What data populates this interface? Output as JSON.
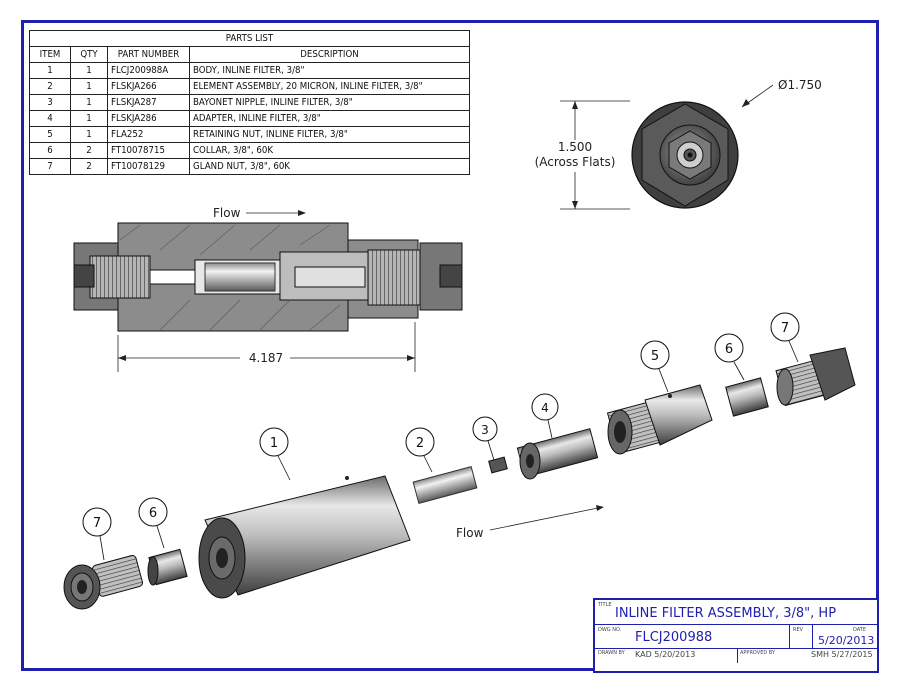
{
  "parts_list": {
    "title": "PARTS LIST",
    "headers": [
      "ITEM",
      "QTY",
      "PART NUMBER",
      "DESCRIPTION"
    ],
    "rows": [
      {
        "item": "1",
        "qty": "1",
        "part": "FLCJ200988A",
        "desc": "BODY, INLINE FILTER, 3/8\""
      },
      {
        "item": "2",
        "qty": "1",
        "part": "FLSKJA266",
        "desc": "ELEMENT ASSEMBLY, 20 MICRON, INLINE FILTER, 3/8\""
      },
      {
        "item": "3",
        "qty": "1",
        "part": "FLSKJA287",
        "desc": "BAYONET NIPPLE, INLINE FILTER, 3/8\""
      },
      {
        "item": "4",
        "qty": "1",
        "part": "FLSKJA286",
        "desc": "ADAPTER, INLINE FILTER, 3/8\""
      },
      {
        "item": "5",
        "qty": "1",
        "part": "FLA252",
        "desc": "RETAINING NUT, INLINE FILTER, 3/8\""
      },
      {
        "item": "6",
        "qty": "2",
        "part": "FT10078715",
        "desc": "COLLAR, 3/8\", 60K"
      },
      {
        "item": "7",
        "qty": "2",
        "part": "FT10078129",
        "desc": "GLAND NUT, 3/8\", 60K"
      }
    ]
  },
  "dimensions": {
    "diameter": "Ø1.750",
    "across_flats_value": "1.500",
    "across_flats_note": "(Across Flats)",
    "length": "4.187"
  },
  "labels": {
    "flow_section": "Flow",
    "flow_exploded": "Flow"
  },
  "callouts": [
    "1",
    "2",
    "3",
    "4",
    "5",
    "6",
    "7",
    "6",
    "7"
  ],
  "title_block": {
    "title_label": "TITLE",
    "title": "INLINE FILTER ASSEMBLY, 3/8\", HP",
    "dwg_label": "DWG NO.",
    "dwg_no": "FLCJ200988",
    "rev_label": "REV",
    "date_label": "DATE",
    "date": "5/20/2013",
    "drawn_label": "DRAWN BY",
    "drawn": "KAD  5/20/2013",
    "approved_label": "APPROVED BY",
    "approved": "SMH  5/27/2015"
  },
  "colors": {
    "border": "#1f1fae",
    "steel_light": "#d9d9d9",
    "steel_mid": "#9a9a9a",
    "steel_dark": "#4a4a4a",
    "section_fill": "#8c8c8c"
  }
}
